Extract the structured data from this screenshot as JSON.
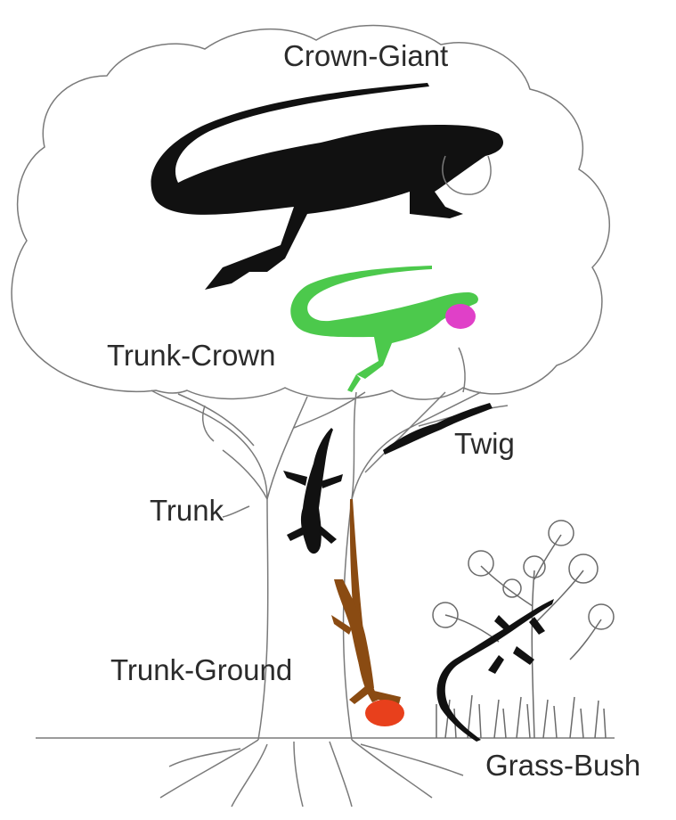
{
  "labels": {
    "crown_giant": "Crown-Giant",
    "trunk_crown": "Trunk-Crown",
    "twig": "Twig",
    "trunk": "Trunk",
    "trunk_ground": "Trunk-Ground",
    "grass_bush": "Grass-Bush"
  },
  "colors": {
    "outline": "#7a7a7a",
    "crown_giant_lizard": "#111111",
    "trunk_crown_lizard": "#4cc94c",
    "trunk_crown_dewlap": "#e040c8",
    "twig_lizard": "#111111",
    "trunk_lizard": "#111111",
    "trunk_ground_lizard": "#8a4b12",
    "trunk_ground_dewlap": "#e8401c",
    "grass_bush_lizard": "#111111"
  }
}
